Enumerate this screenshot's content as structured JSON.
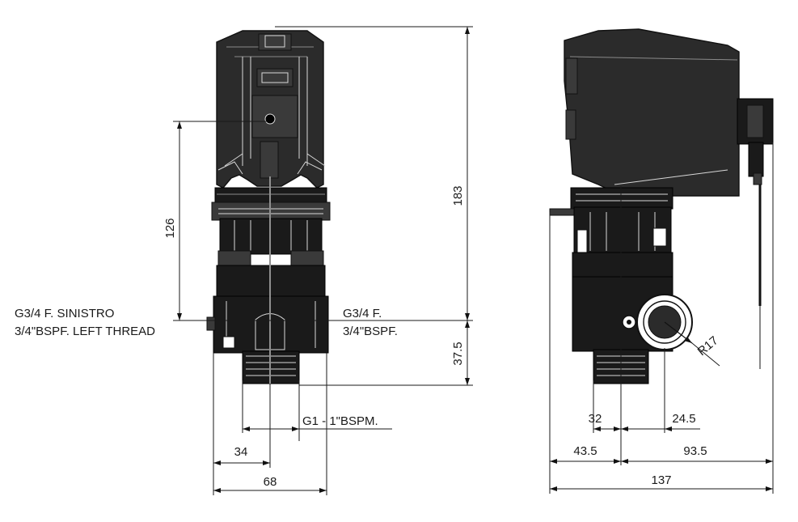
{
  "front_view": {
    "label_left_line1": "G3/4 F. SINISTRO",
    "label_left_line2": "3/4\"BSPF. LEFT THREAD",
    "label_right_line1": "G3/4 F.",
    "label_right_line2": "3/4\"BSPF.",
    "label_bottom": "G1 - 1\"BSPM.",
    "dim_height_total": "183",
    "dim_height_upper": "126",
    "dim_height_lower": "37.5",
    "dim_width_half": "34",
    "dim_width_total": "68"
  },
  "side_view": {
    "dim_width_32": "32",
    "dim_width_24_5": "24.5",
    "dim_width_43_5": "43.5",
    "dim_width_93_5": "93.5",
    "dim_width_total": "137",
    "dim_radius": "R17"
  }
}
